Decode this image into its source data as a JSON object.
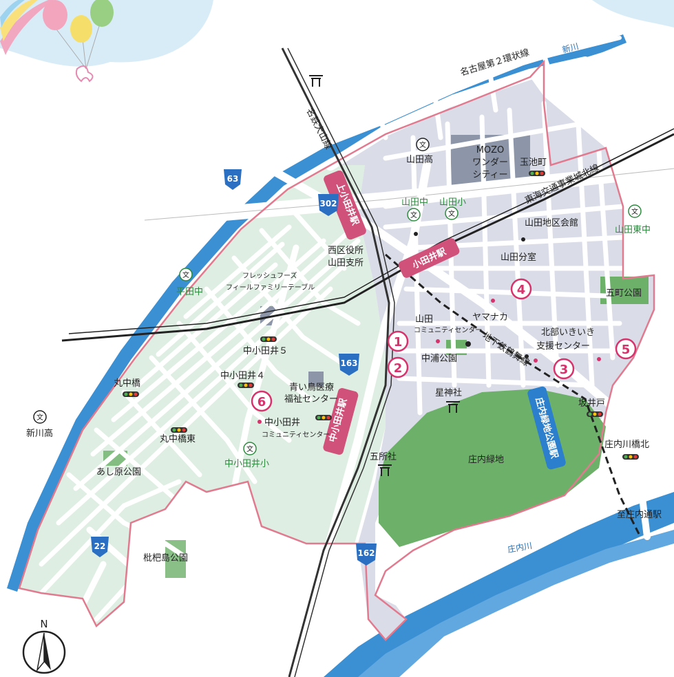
{
  "labels": {
    "kamiotai_station": "上小田井駅",
    "otai_station": "小田井駅",
    "nakaotai_station": "中小田井駅",
    "shonai_station": "庄内緑地公園駅",
    "meitetsu_line": "名鉄犬山線",
    "tokai_line": "東海交通事業城北線",
    "subway_line": "地下鉄鶴舞線",
    "ring_road": "名古屋第２環状線",
    "shinkawa": "新川",
    "shonaigawa": "庄内川",
    "yamada_high": "山田高",
    "mozo": [
      "MOZO",
      "ワンダー",
      "シティー"
    ],
    "tamaikecho": "玉池町",
    "yamada_jr": "山田中",
    "yamada_elem": "山田小",
    "yamada_east_jr": "山田東中",
    "yamada_hall": "山田地区会館",
    "nishi_ward": [
      "西区役所",
      "山田支所"
    ],
    "fresh_foods": [
      "フレッシュフーズ",
      "フィールファミリーテーブル"
    ],
    "hirata_jr": "平田中",
    "yamada_branch": "山田分室",
    "gocho_park": "五町公園",
    "yamada_comm": [
      "山田",
      "コミュニティセンター"
    ],
    "yamanaka": "ヤマナカ",
    "nakaura_park": "中浦公園",
    "hokubu_ikiiki": [
      "北部いきいき",
      "支援センター"
    ],
    "nakaotai5": "中小田井５",
    "nakaotai4": "中小田井４",
    "aoitori": [
      "青い鳥医療",
      "福祉センター"
    ],
    "nakaotai_comm": [
      "中小田井",
      "コミュニティセンター"
    ],
    "hoshigami": "星神社",
    "sakaido": "坂井戸",
    "shonaibashi_kita": "庄内川橋北",
    "shonai_ryokuchi": "庄内緑地",
    "maru_nakabashi": "丸中橋",
    "maru_nakabashi_higashi": "丸中橋東",
    "shinkawa_high": "新川高",
    "ashihara_park": "あし原公園",
    "nakaotai_elem": "中小田井小",
    "gosho_shrine": "五所社",
    "to_shonaidori": "至庄内通駅",
    "biwajima_park": "枇杷島公園",
    "north": "N"
  },
  "routes": {
    "r63": "63",
    "r302": "302",
    "r163": "163",
    "r22": "22",
    "r162": "162"
  },
  "markers": {
    "m1": "1",
    "m2": "2",
    "m3": "3",
    "m4": "4",
    "m5": "5",
    "m6": "6"
  },
  "colors": {
    "area_fill": "#dfeee2",
    "area_border": "#e17a8f",
    "east_fill": "#dadde8",
    "park_fill": "#6db06a",
    "river": "#3b8fd3",
    "station_badge": "#d0517a",
    "marker": "#d6336c"
  }
}
